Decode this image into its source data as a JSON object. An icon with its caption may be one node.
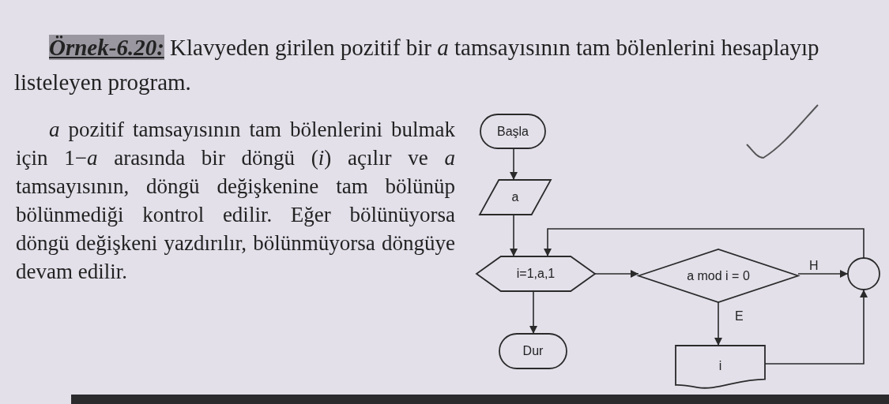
{
  "diagram": {
    "title": "**Örnek-6.20:** Klavyeden girilen pozitif bir *a* tamsayısının tam bölenlerini hesaplayıp listeleyen program.",
    "nodes": [
      {
        "text": [
          "Başla"
        ]
      },
      {
        "text": [
          "a"
        ]
      },
      {
        "text": [
          "i=1,a,1"
        ]
      },
      {
        "text": [
          "a mod i = 0"
        ]
      },
      {
        "text": [],
        "shape": "circle"
      },
      {
        "text": [
          "i"
        ]
      },
      {
        "text": [
          "Dur"
        ]
      }
    ],
    "edges": [
      {
        "from": 0,
        "to": 1,
        "arrow": "to"
      },
      {
        "from": 1,
        "to": 2,
        "arrow": "to"
      },
      {
        "from": 4,
        "to": 2,
        "arrow": "to"
      },
      {
        "from": 2,
        "to": 3,
        "arrow": "to"
      },
      {
        "from": 3,
        "to": 4,
        "arrow": "to",
        "label": "H"
      },
      {
        "from": 3,
        "to": 5,
        "arrow": "to",
        "label": "E"
      },
      {
        "from": 5,
        "to": 4,
        "arrow": "to"
      },
      {
        "from": 2,
        "to": 6,
        "arrow": "to"
      }
    ],
    "labels": [
      "*a* pozitif tamsayısının tam bölenlerini bulmak için 1−*a* arasında bir döngü (*i*) açılır ve *a* tamsayısının, döngü değişkenine tam bölünüp bölünmediği kontrol edilir. Eğer bölünüyorsa döngü değişkeni yazdırılır, bölünmüyorsa döngüye devam edilir."
    ]
  }
}
